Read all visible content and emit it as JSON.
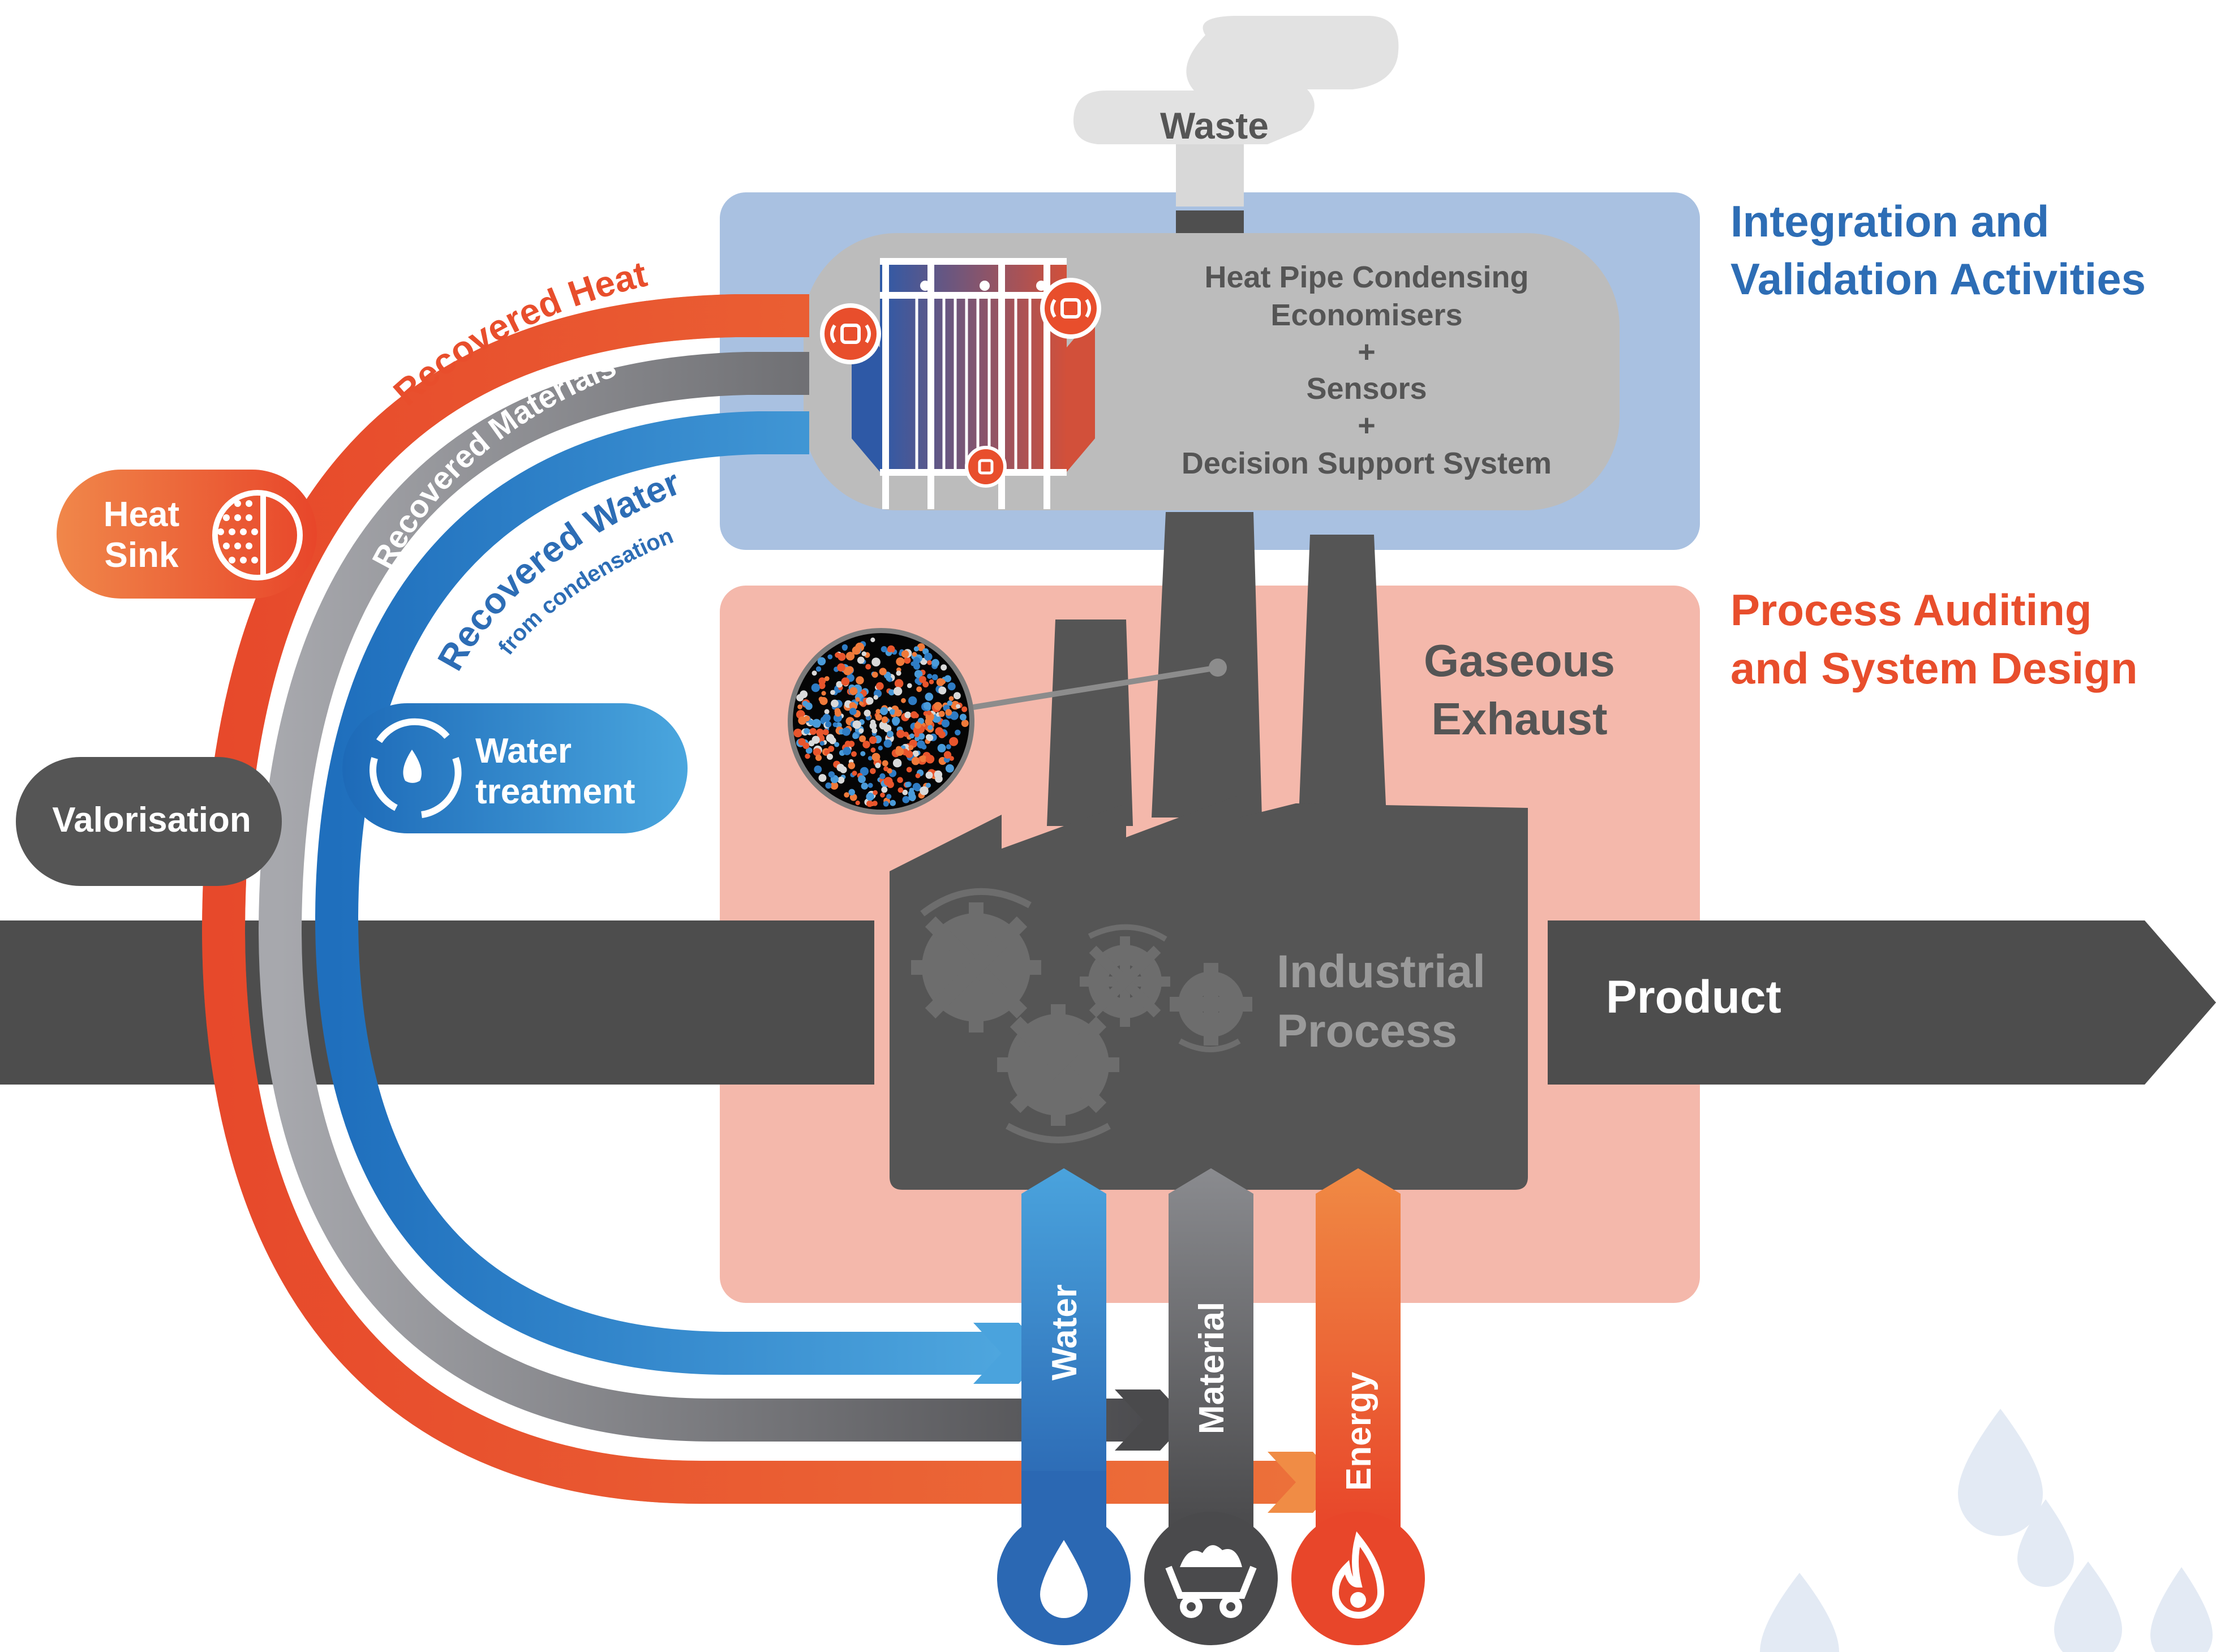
{
  "labels": {
    "waste": "Waste",
    "integration_title_line1": "Integration and",
    "integration_title_line2": "Validation Activities",
    "auditing_title_line1": "Process Auditing",
    "auditing_title_line2": "and System Design",
    "economiser_line1": "Heat Pipe Condensing",
    "economiser_line2": "Economisers",
    "economiser_plus1": "+",
    "economiser_line3": "Sensors",
    "economiser_plus2": "+",
    "economiser_line4": "Decision Support System",
    "gaseous_line1": "Gaseous",
    "gaseous_line2": "Exhaust",
    "industrial_line1": "Industrial",
    "industrial_line2": "Process",
    "product": "Product",
    "recovered_heat": "Recovered Heat",
    "recovered_materials": "Recovered Materials",
    "recovered_water": "Recovered Water",
    "recovered_water_sub": "from condensation",
    "heat_sink_line1": "Heat",
    "heat_sink_line2": "Sink",
    "valorisation": "Valorisation",
    "water_treatment_line1": "Water",
    "water_treatment_line2": "treatment",
    "input_water": "Water",
    "input_material": "Material",
    "input_energy": "Energy"
  },
  "icons": {
    "sensor": "sensor-icon",
    "heat_sink": "heat-sink-icon",
    "water_treatment": "water-recycle-icon",
    "water_drop": "water-drop-icon",
    "mine_cart": "mine-cart-icon",
    "flame": "flame-icon",
    "gears": "gears-icon",
    "particles": "particle-magnifier-icon"
  },
  "colors": {
    "heat": "#e84e2c",
    "materials": "#9b9ca1",
    "water": "#2f7cc4",
    "dark": "#555555",
    "integration_panel": "#a9c1e1",
    "auditing_panel": "#f4b8ab",
    "integration_title": "#2d6db5",
    "auditing_title": "#e84e2c"
  }
}
